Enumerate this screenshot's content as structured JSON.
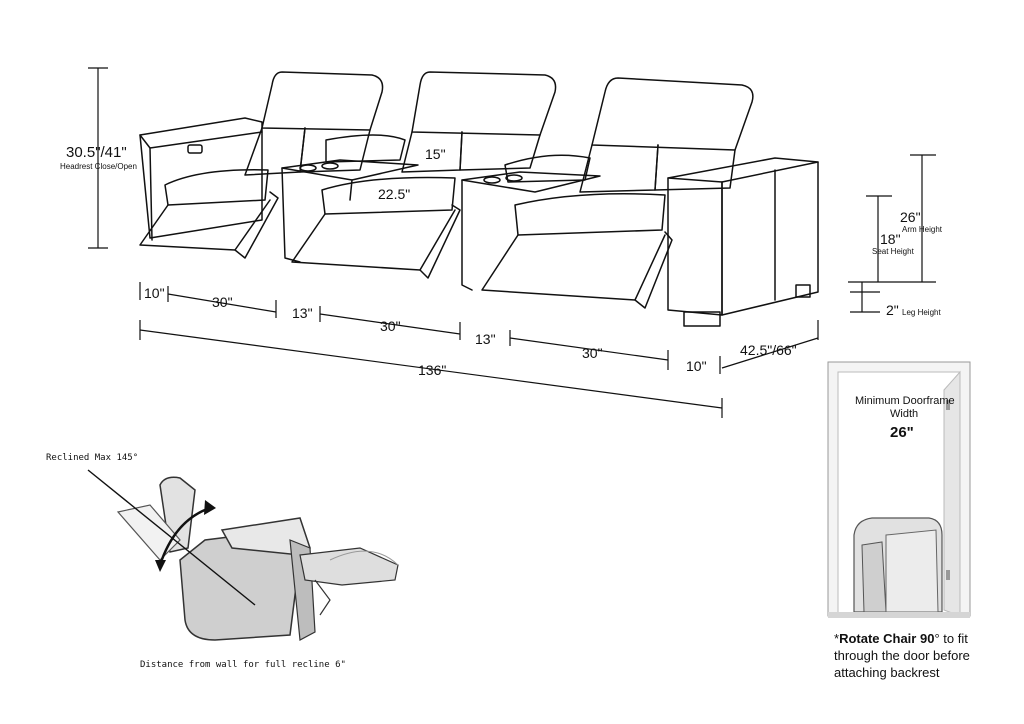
{
  "sofa": {
    "height": "30.5\"/41\"",
    "height_note": "Headrest Close/Open",
    "headrest_width": "15\"",
    "seat_depth": "22.5\"",
    "width_segments": [
      "10\"",
      "30\"",
      "13\"",
      "30\"",
      "13\"",
      "30\"",
      "10\""
    ],
    "total_width": "136\"",
    "depth": "42.5\"/66\""
  },
  "side_view": {
    "arm_height": "26\"",
    "arm_height_label": "Arm Height",
    "seat_height": "18\"",
    "seat_height_label": "Seat Height",
    "leg_height": "2\"",
    "leg_height_label": "Leg Height"
  },
  "recline": {
    "max_label": "Reclined Max 145°",
    "wall_note": "Distance from wall for full recline 6\""
  },
  "door": {
    "title_line1": "Minimum Doorframe",
    "title_line2": "Width",
    "width": "26\"",
    "caption_bold": "Rotate Chair 90",
    "caption_rest": "° to fit through the door before attaching backrest",
    "caption_star": "*"
  }
}
